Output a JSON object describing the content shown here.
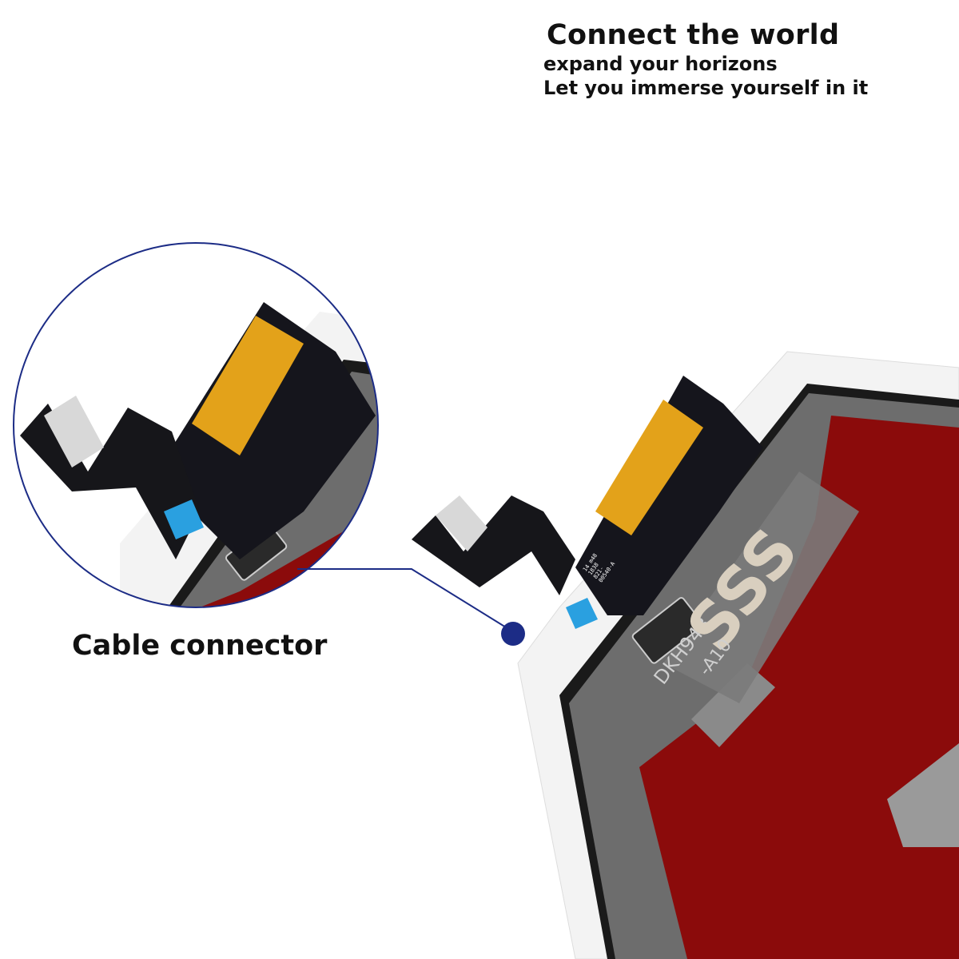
{
  "headline": {
    "title": "Connect the world",
    "line1": "expand your horizons",
    "line2": "Let you immerse yourself in it"
  },
  "callout": {
    "label": "Cable connector",
    "accent_color": "#1c2c86"
  },
  "product": {
    "flex_print": [
      "14 m48",
      "1838",
      "821-",
      "00540-A"
    ],
    "panel_marking": "DKH943",
    "panel_marking2": "-A10",
    "logo": "SSS",
    "screen_color": "#8b0b0b"
  }
}
